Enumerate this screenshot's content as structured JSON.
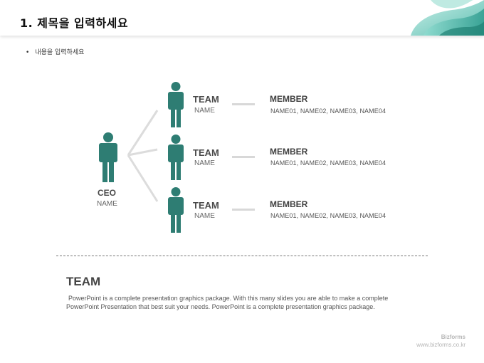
{
  "header": {
    "title": "1. 제목을 입력하세요"
  },
  "content": {
    "bullet": "내용을 입력하세요"
  },
  "ceo": {
    "title": "CEO",
    "subtitle": "NAME"
  },
  "teams": [
    {
      "title": "TEAM",
      "subtitle": "NAME",
      "member_title": "MEMBER",
      "member_names": "NAME01, NAME02, NAME03, NAME04"
    },
    {
      "title": "TEAM",
      "subtitle": "NAME",
      "member_title": "MEMBER",
      "member_names": "NAME01, NAME02, NAME03, NAME04"
    },
    {
      "title": "TEAM",
      "subtitle": "NAME",
      "member_title": "MEMBER",
      "member_names": "NAME01, NAME02, NAME03, NAME04"
    }
  ],
  "summary": {
    "title": "TEAM",
    "line1": "PowerPoint is a complete presentation graphics package. With this many slides you are able to make a complete",
    "line2": "PowerPoint Presentation that best suit your needs. PowerPoint is a complete presentation graphics package."
  },
  "footer": {
    "brand": "Bizforms",
    "url": "www.bizforms.co.kr"
  },
  "colors": {
    "person": "#2e7d73",
    "accent": "#7fd3c6",
    "connector": "#dcdcdc"
  }
}
